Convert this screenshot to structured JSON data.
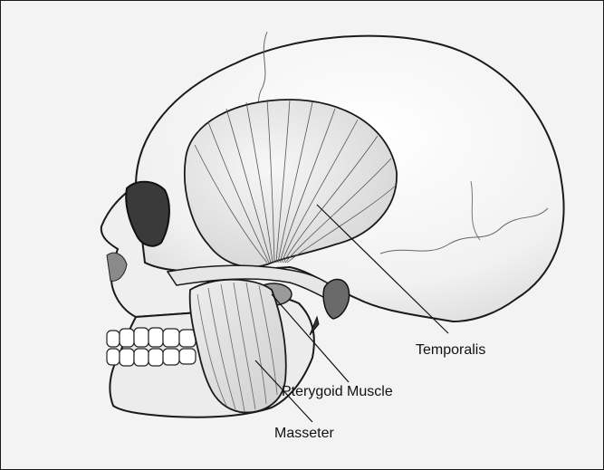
{
  "figure": {
    "labels": {
      "temporalis": "Temporalis",
      "pterygoid": "Pterygoid Muscle",
      "masseter": "Masseter"
    }
  }
}
